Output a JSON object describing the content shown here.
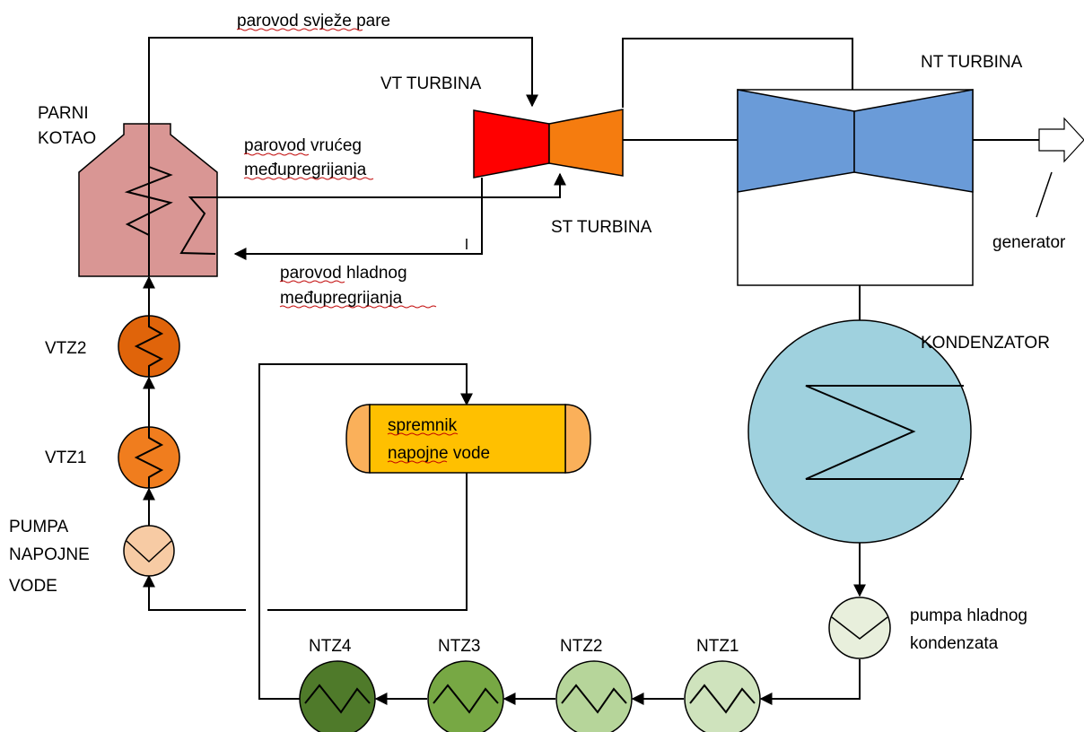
{
  "labels": {
    "fresh_steam_line": "parovod svježe pare",
    "hp_turbine": "VT  TURBINA",
    "lp_turbine": "NT  TURBINA",
    "boiler_line1": "PARNI",
    "boiler_line2": "KOTAO",
    "hot_reheat_line1": "parovod vrućeg",
    "hot_reheat_line2": "međupregrijanja",
    "ip_turbine": "ST  TURBINA",
    "generator": "generator",
    "cold_reheat_line1": "parovod hladnog",
    "cold_reheat_line2": "međupregrijanja",
    "vtz2": "VTZ2",
    "condenser": "KONDENZATOR",
    "tank_line1": "spremnik",
    "tank_line2": "napojne vode",
    "vtz1": "VTZ1",
    "pump_line1": "PUMPA",
    "pump_line2": "NAPOJNE",
    "pump_line3": "VODE",
    "cold_pump_line1": "pumpa hladnog",
    "cold_pump_line2": "kondenzata",
    "ntz4": "NTZ4",
    "ntz3": "NTZ3",
    "ntz2": "NTZ2",
    "ntz1": "NTZ1"
  },
  "colors": {
    "boiler": "#d99694",
    "hp_turbine": "#ff0000",
    "ip_turbine": "#f57c0f",
    "lp_turbine": "#6a9bd8",
    "condenser": "#9fd1de",
    "tank": "#ffc000",
    "tank_caps": "#fab05a",
    "vtz2": "#e0640a",
    "vtz1": "#f07d1e",
    "feed_pump": "#f7cba4",
    "cond_pump": "#e8efdc",
    "ntz4": "#4f7a2a",
    "ntz3": "#77a844",
    "ntz2": "#b6d59a",
    "ntz1": "#cfe3bd"
  }
}
